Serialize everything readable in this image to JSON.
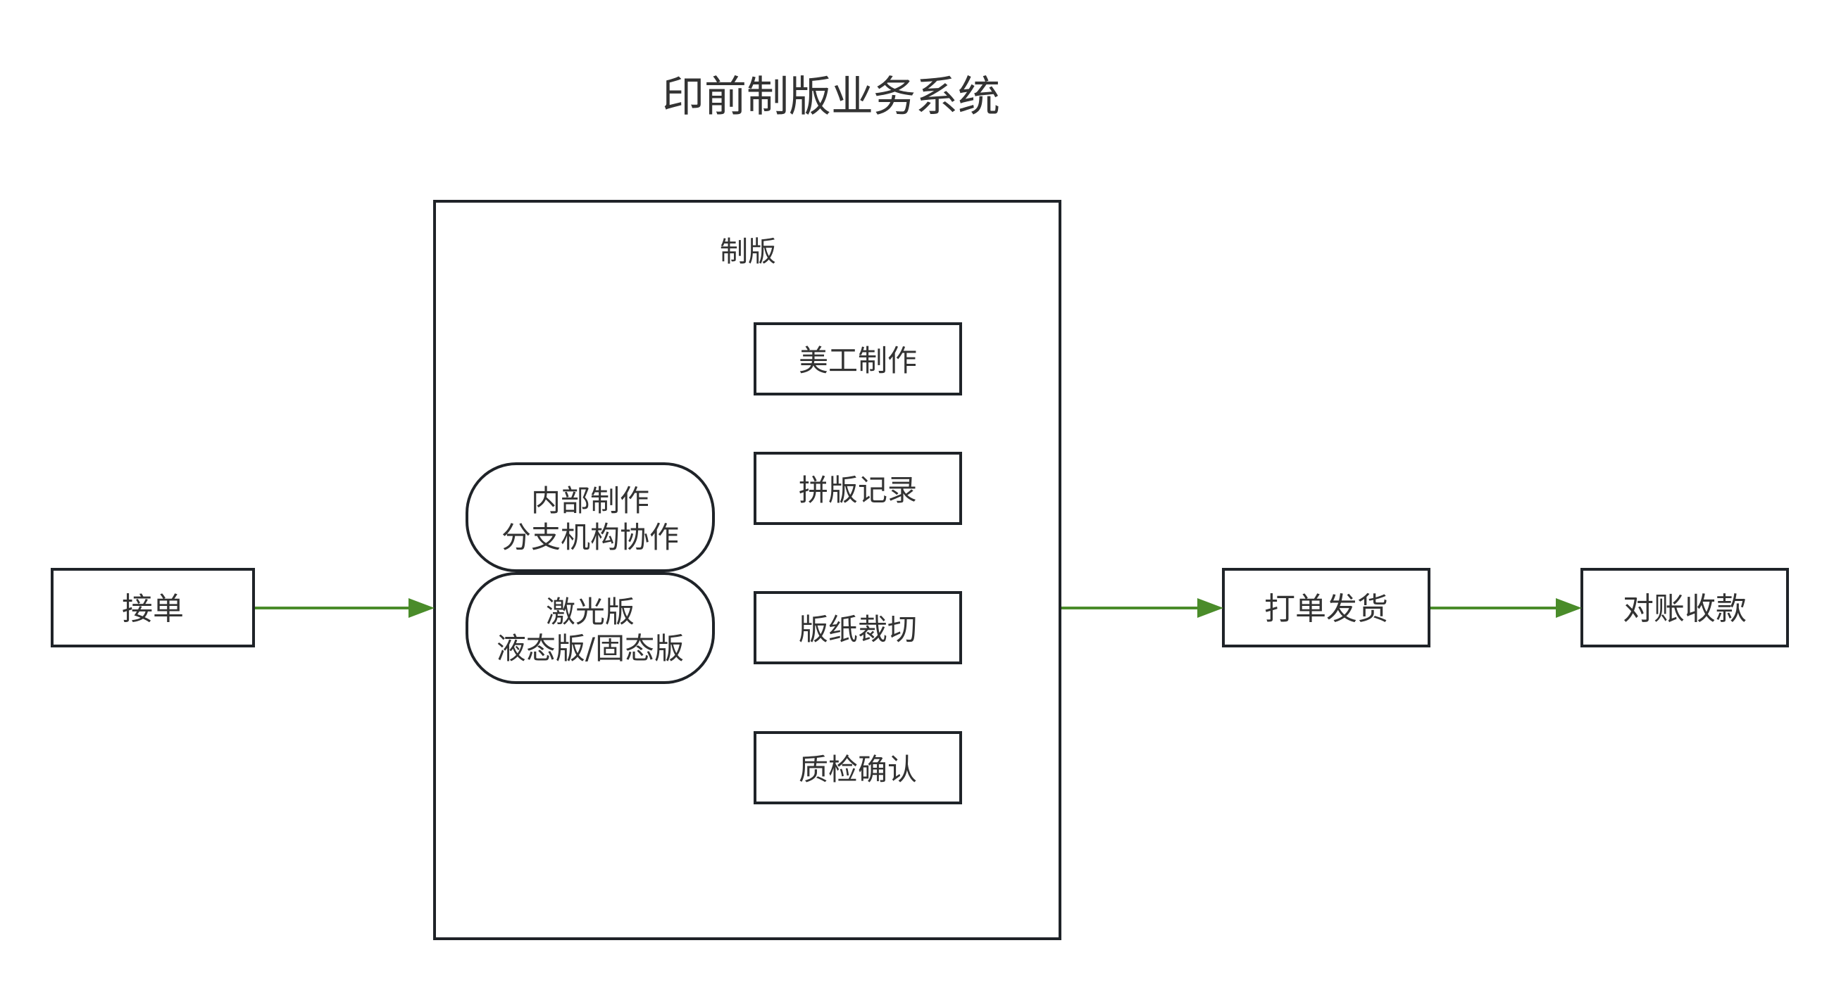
{
  "title": "印前制版业务系统",
  "colors": {
    "stroke": "#1f2328",
    "text": "#333333",
    "edge": "#4a8c2a"
  },
  "nodes": {
    "order": "接单",
    "container_label": "制版",
    "art": "美工制作",
    "imposition": "拼版记录",
    "internal_line1": "内部制作",
    "internal_line2": "分支机构协作",
    "laser_line1": "激光版",
    "laser_line2": "液态版/固态版",
    "cutting": "版纸裁切",
    "qc": "质检确认",
    "ship": "打单发货",
    "billing": "对账收款"
  },
  "edges": [
    {
      "from": "接单",
      "to": "制版"
    },
    {
      "from": "制版",
      "to": "打单发货"
    },
    {
      "from": "打单发货",
      "to": "对账收款"
    }
  ]
}
